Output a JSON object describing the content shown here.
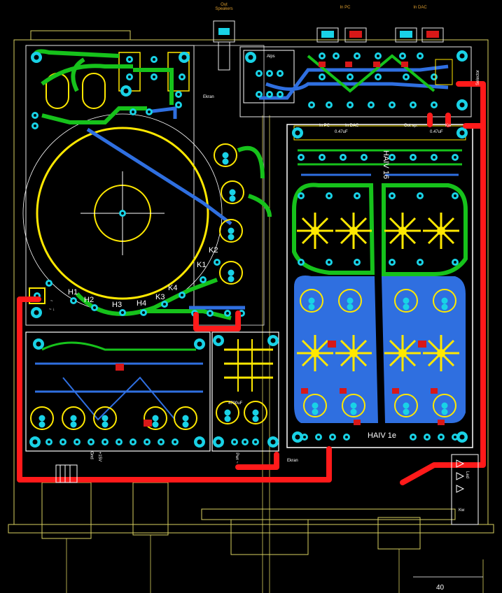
{
  "colors": {
    "background": "#000000",
    "outline": "#d8d060",
    "trace_green": "#16c21b",
    "trace_blue": "#2f6fe0",
    "trace_red": "#ff1a1a",
    "pad_cyan": "#19d2e6",
    "silk_yellow": "#ffe800",
    "silk_white": "#ffffff",
    "smd_red": "#d81818"
  },
  "connectors": {
    "out_speakers": "Out\nSpeakers",
    "in_pc": "In PC",
    "in_dac": "In DAC"
  },
  "selector_labels": {
    "alps": "Alps",
    "ekran_top": "Ekran",
    "selector": "Selector",
    "in_pc_strip": "In PC",
    "in_dac_strip": "In DAC",
    "out_sp_strip": "Out sp.",
    "kw": "Kw"
  },
  "transformer_labels": {
    "h1": "H1",
    "h2": "H2",
    "h3": "H3",
    "h4": "H4",
    "k1": "K1",
    "k2": "K2",
    "k3": "K3",
    "k4": "K4",
    "ac": "~",
    "h_label": "~ ↓"
  },
  "amp_labels": {
    "brand": "HAIV 1e",
    "brand_mirror": "HAIV 16",
    "cap_value": "0.47uF",
    "cap_value2": "0.47uF",
    "cap_big": "4700uF"
  },
  "psu_labels": {
    "gnd": "Gnd",
    "plus15": "+15V",
    "ekran_bottom": "Ekran",
    "psu_pins": "Pwr ~"
  },
  "front_labels": {
    "led": "Led",
    "kw_front": "Kw",
    "dimension": "40"
  }
}
